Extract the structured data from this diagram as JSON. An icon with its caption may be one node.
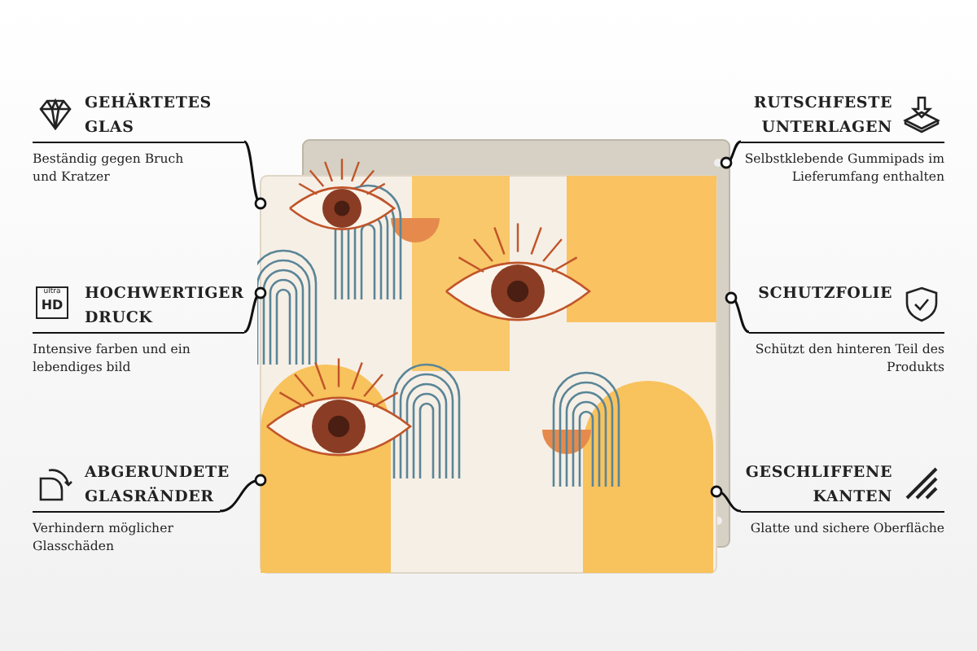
{
  "diagram": {
    "nodes": [
      {
        "text": [
          "GEHÄRTETES GLAS",
          "Beständig gegen Bruch und Kratzer"
        ]
      },
      {
        "text": [
          "RUTSCHFESTE UNTERLAGEN",
          "Selbstklebende Gummipads im Lieferumfang enthalten"
        ]
      },
      {
        "text": [
          "HOCHWERTIGER DRUCK",
          "Intensive farben und ein lebendiges bild"
        ]
      },
      {
        "text": [
          "SCHUTZFOLIE",
          "Schützt den hinteren Teil des Produkts"
        ]
      },
      {
        "text": [
          "ABGERUNDETE GLASRÄNDER",
          "Verhindern möglicher Glasschäden"
        ]
      },
      {
        "text": [
          "GESCHLIFFENE KANTEN",
          "Glatte und sichere Oberfläche"
        ]
      },
      {
        "text": [],
        "shape": "picture"
      }
    ],
    "edges": [
      {
        "from": 0,
        "to": 6,
        "arrow": "other"
      },
      {
        "from": 1,
        "to": 6,
        "arrow": "other"
      },
      {
        "from": 2,
        "to": 6,
        "arrow": "other"
      },
      {
        "from": 3,
        "to": 6,
        "arrow": "other"
      },
      {
        "from": 4,
        "to": 6,
        "arrow": "other"
      },
      {
        "from": 5,
        "to": 6,
        "arrow": "other"
      }
    ],
    "labels": [
      "ultra",
      "HD"
    ]
  }
}
